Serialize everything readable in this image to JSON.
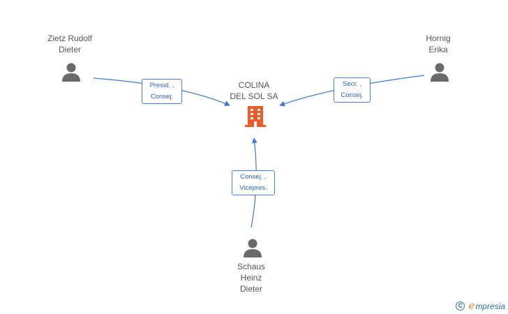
{
  "company": {
    "name": "COLINA\nDEL SOL SA",
    "icon": "building-icon",
    "color": "#f05a28"
  },
  "people": [
    {
      "name": "Zietz Rudolf\nDieter",
      "icon": "person-icon"
    },
    {
      "name": "Hornig\nErika",
      "icon": "person-icon"
    },
    {
      "name": "Schaus\nHeinz\nDieter",
      "icon": "person-icon"
    }
  ],
  "roles": [
    {
      "label": "Presid. ,\nConsej."
    },
    {
      "label": "Secr. ,\nConsej."
    },
    {
      "label": "Consej. ,\nVicepres."
    }
  ],
  "colors": {
    "edge": "#3d7ad6",
    "person": "#6a6a6a",
    "text": "#555555"
  },
  "footer": {
    "copyright_symbol": "C",
    "brand_initial": "e",
    "brand_rest": "mpresia"
  }
}
